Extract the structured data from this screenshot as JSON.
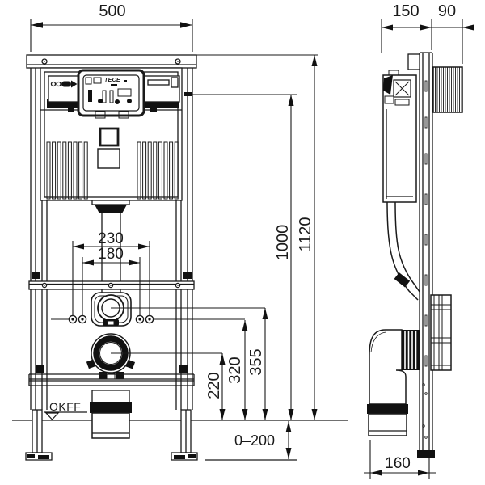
{
  "drawing_labels": {
    "front": {
      "overall_width": "500",
      "bolt_spacing_outer": "230",
      "bolt_spacing_inner": "180",
      "drain_height": "220",
      "fixing_height": "320",
      "flush_pipe_height": "355",
      "upper_height": "1000",
      "total_height": "1120",
      "foot_adjustment": "0–200",
      "floor_level": "OKFF"
    },
    "side": {
      "frame_depth": "150",
      "wall_bracket_depth": "90",
      "outlet_offset": "160"
    },
    "brand": "TECE"
  }
}
